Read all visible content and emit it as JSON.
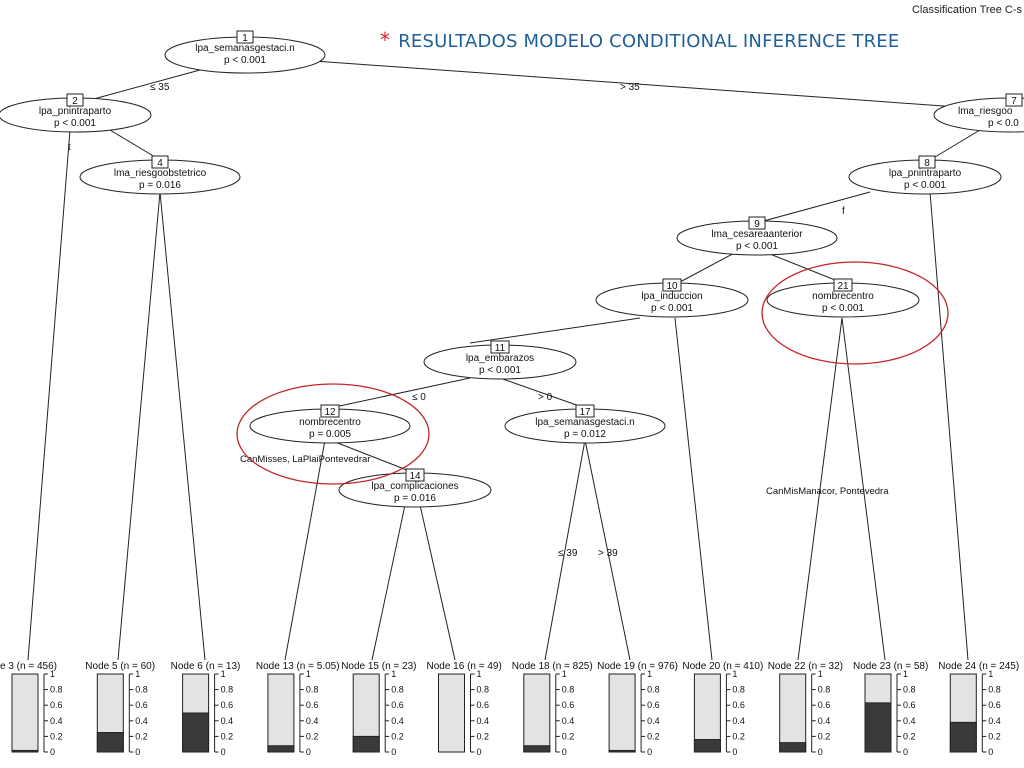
{
  "slide": {
    "title_marker": "*",
    "title": "RESULTADOS MODELO CONDITIONAL INFERENCE TREE",
    "plot_title": "Classification Tree C-s",
    "colors": {
      "title": "#1f5f9a",
      "marker": "#d9232e",
      "highlight_circle": "#c1272d"
    }
  },
  "tree": {
    "inner_nodes": [
      {
        "id": "1",
        "var": "lpa_semanasgestaci.n",
        "p": "p < 0.001"
      },
      {
        "id": "2",
        "var": "lpa_pnintraparto",
        "p": "p < 0.001"
      },
      {
        "id": "4",
        "var": "lma_riesgoobstetrico",
        "p": "p = 0.016"
      },
      {
        "id": "7",
        "var": "lma_riesgoo",
        "p": "p < 0.0"
      },
      {
        "id": "8",
        "var": "lpa_pnintraparto",
        "p": "p < 0.001"
      },
      {
        "id": "9",
        "var": "lma_cesareaanterior",
        "p": "p < 0.001"
      },
      {
        "id": "10",
        "var": "lpa_induccion",
        "p": "p < 0.001"
      },
      {
        "id": "11",
        "var": "lpa_embarazos",
        "p": "p < 0.001"
      },
      {
        "id": "12",
        "var": "nombrecentro",
        "p": "p = 0.005"
      },
      {
        "id": "14",
        "var": "lpa_complicaciones",
        "p": "p = 0.016"
      },
      {
        "id": "17",
        "var": "lpa_semanasgestaci.n",
        "p": "p = 0.012"
      },
      {
        "id": "21",
        "var": "nombrecentro",
        "p": "p < 0.001"
      }
    ],
    "edge_labels": [
      "≤ 35",
      "> 35",
      "≤ 0",
      "> 0",
      "≤ 39",
      "> 39",
      "t",
      "f",
      "CanMisses, LaPlaiPontevedrar",
      "CanMisManacor, Pontevedra"
    ],
    "terminal_nodes": [
      {
        "label": "e 3 (n = 456)",
        "dark_fraction": 0.02
      },
      {
        "label": "Node 5 (n = 60)",
        "dark_fraction": 0.25
      },
      {
        "label": "Node 6 (n = 13)",
        "dark_fraction": 0.5
      },
      {
        "label": "Node 13 (n = 5.05)",
        "dark_fraction": 0.08
      },
      {
        "label": "Node 15 (n = 23)",
        "dark_fraction": 0.2
      },
      {
        "label": "Node 16 (n = 49)",
        "dark_fraction": 0.0
      },
      {
        "label": "Node 18 (n = 825)",
        "dark_fraction": 0.08
      },
      {
        "label": "Node 19 (n = 976)",
        "dark_fraction": 0.02
      },
      {
        "label": "Node 20 (n = 410)",
        "dark_fraction": 0.16
      },
      {
        "label": "Node 22 (n = 32)",
        "dark_fraction": 0.12
      },
      {
        "label": "Node 23 (n = 58)",
        "dark_fraction": 0.63
      },
      {
        "label": "Node 24 (n = 245)",
        "dark_fraction": 0.38
      },
      {
        "label": "Node",
        "dark_fraction": 0.0
      }
    ],
    "axis_ticks": [
      "1",
      "0.8",
      "0.6",
      "0.4",
      "0.2",
      "0"
    ]
  }
}
